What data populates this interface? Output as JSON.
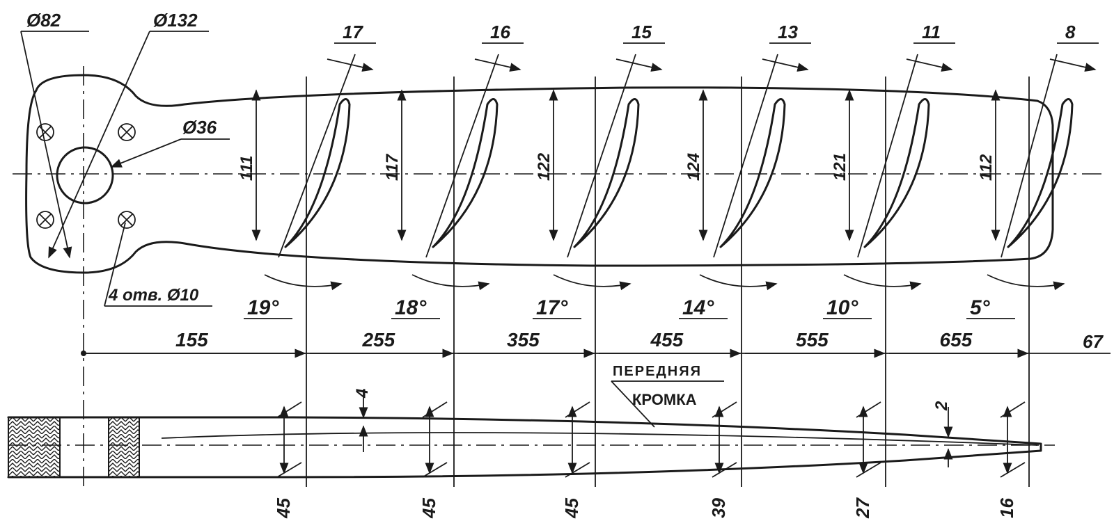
{
  "hub": {
    "d_outer": "Ø82",
    "d_bolt": "Ø132",
    "d_bore": "Ø36",
    "holes": "4 отв. Ø10"
  },
  "sections": [
    {
      "chord": "111",
      "width": "17",
      "angle": "19°",
      "station": "155",
      "thick": "45"
    },
    {
      "chord": "117",
      "width": "16",
      "angle": "18°",
      "station": "255",
      "thick": "45"
    },
    {
      "chord": "122",
      "width": "15",
      "angle": "17°",
      "station": "355",
      "thick": "45"
    },
    {
      "chord": "124",
      "width": "13",
      "angle": "14°",
      "station": "455",
      "thick": "39"
    },
    {
      "chord": "121",
      "width": "11",
      "angle": "10°",
      "station": "555",
      "thick": "27"
    },
    {
      "chord": "112",
      "width": "8",
      "angle": "5°",
      "station": "655",
      "thick": "16"
    }
  ],
  "tip_station": "67",
  "side_view": {
    "dim_4": "4",
    "dim_2": "2",
    "label_line1": "ПЕРЕДНЯЯ",
    "label_line2": "КРОМКА"
  }
}
